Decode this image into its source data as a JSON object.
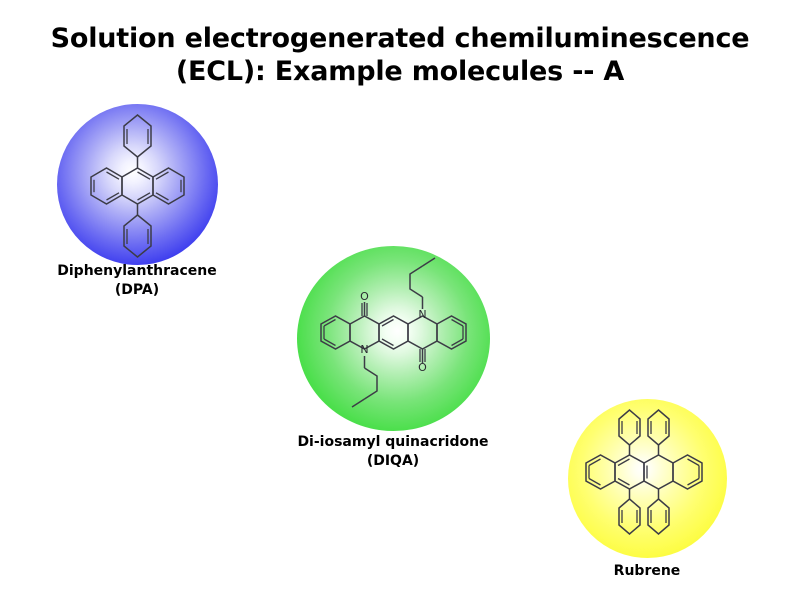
{
  "slide": {
    "background_color": "#ffffff",
    "title": {
      "line1": "Solution electrogenerated chemiluminescence",
      "line2": "(ECL): Example molecules -- A"
    }
  },
  "molecules": [
    {
      "id": "dpa",
      "name_line1": "Diphenylanthracene",
      "name_line2": "(DPA)",
      "bubble_color_edge": "#2020e8",
      "bubble_color_center": "#ffffff",
      "structure": "9,10-diphenylanthracene",
      "icon": "molecule-structure-icon"
    },
    {
      "id": "diqa",
      "name_line1": "Di-iosamyl quinacridone",
      "name_line2": "(DIQA)",
      "bubble_color_edge": "#2ed82e",
      "bubble_color_center": "#ffffff",
      "structure": "N,N'-di(3-methylbutyl) quinacridone",
      "icon": "molecule-structure-icon",
      "atom_labels": [
        "O",
        "N",
        "N",
        "O"
      ]
    },
    {
      "id": "rubrene",
      "name_line1": "Rubrene",
      "name_line2": "",
      "bubble_color_edge": "#f4f41e",
      "bubble_color_center": "#ffffff",
      "structure": "5,6,11,12-tetraphenyltetracene",
      "icon": "molecule-structure-icon"
    }
  ]
}
